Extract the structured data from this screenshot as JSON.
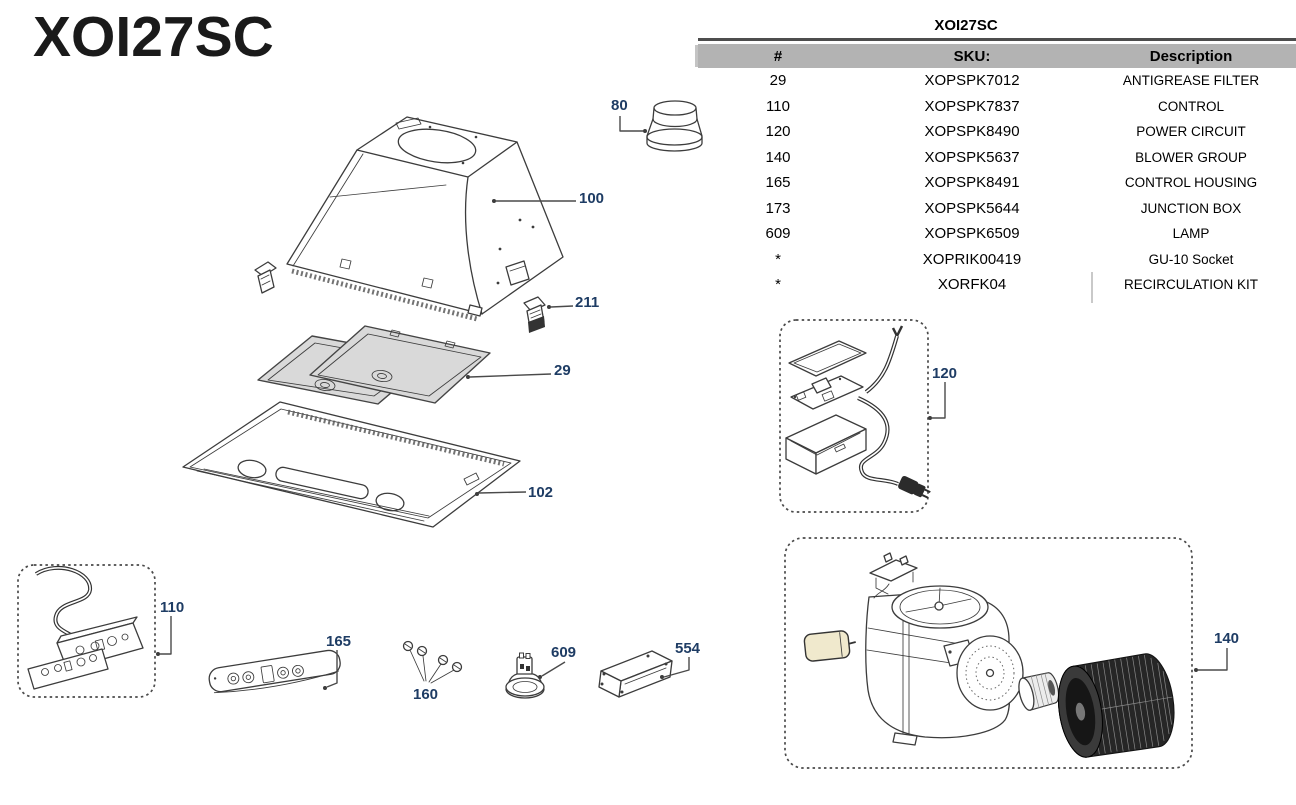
{
  "title": "XOI27SC",
  "label_color": "#1e3c64",
  "header_bg": "#b3b3b3",
  "filter_fill": "#d9d9d9",
  "capacitor_fill": "#f0e9cd",
  "table": {
    "title": "XOI27SC",
    "columns": [
      "#",
      "SKU:",
      "Description"
    ],
    "rows": [
      {
        "num": "29",
        "sku": "XOPSPK7012",
        "desc": "ANTIGREASE FILTER"
      },
      {
        "num": "110",
        "sku": "XOPSPK7837",
        "desc": "CONTROL"
      },
      {
        "num": "120",
        "sku": "XOPSPK8490",
        "desc": "POWER CIRCUIT"
      },
      {
        "num": "140",
        "sku": "XOPSPK5637",
        "desc": "BLOWER GROUP"
      },
      {
        "num": "165",
        "sku": "XOPSPK8491",
        "desc": "CONTROL HOUSING"
      },
      {
        "num": "173",
        "sku": "XOPSPK5644",
        "desc": "JUNCTION BOX"
      },
      {
        "num": "609",
        "sku": "XOPSPK6509",
        "desc": "LAMP"
      },
      {
        "num": "*",
        "sku": "XOPRIK00419",
        "desc": "GU-10 Socket"
      },
      {
        "num": "*",
        "sku": "XORFK04",
        "desc": "RECIRCULATION KIT"
      }
    ]
  },
  "diagram": {
    "labels": [
      {
        "id": "80"
      },
      {
        "id": "100"
      },
      {
        "id": "211"
      },
      {
        "id": "29"
      },
      {
        "id": "102"
      },
      {
        "id": "110"
      },
      {
        "id": "165"
      },
      {
        "id": "160"
      },
      {
        "id": "609"
      },
      {
        "id": "554"
      },
      {
        "id": "120"
      },
      {
        "id": "140"
      }
    ]
  }
}
